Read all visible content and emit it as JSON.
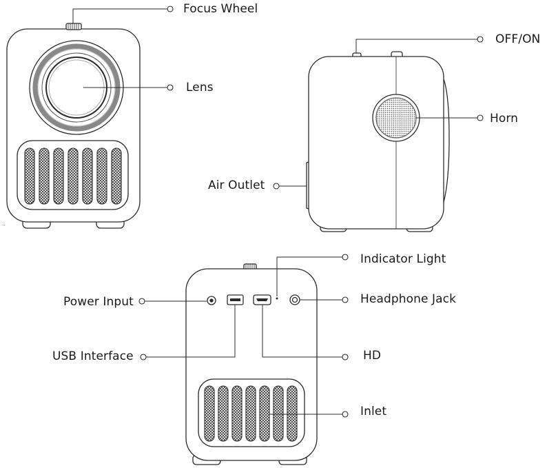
{
  "labels": {
    "focus_wheel": "Focus Wheel",
    "lens": "Lens",
    "off_on": "OFF/ON",
    "horn": "Horn",
    "air_outlet": "Air Outlet",
    "indicator_light": "Indicator Light",
    "power_input": "Power Input",
    "headphone_jack": "Headphone Jack",
    "usb_interface": "USB Interface",
    "hd": "HD",
    "inlet": "Inlet"
  },
  "colors": {
    "line": "#2b2b2b",
    "text": "#1a1a1a",
    "background": "#ffffff"
  }
}
